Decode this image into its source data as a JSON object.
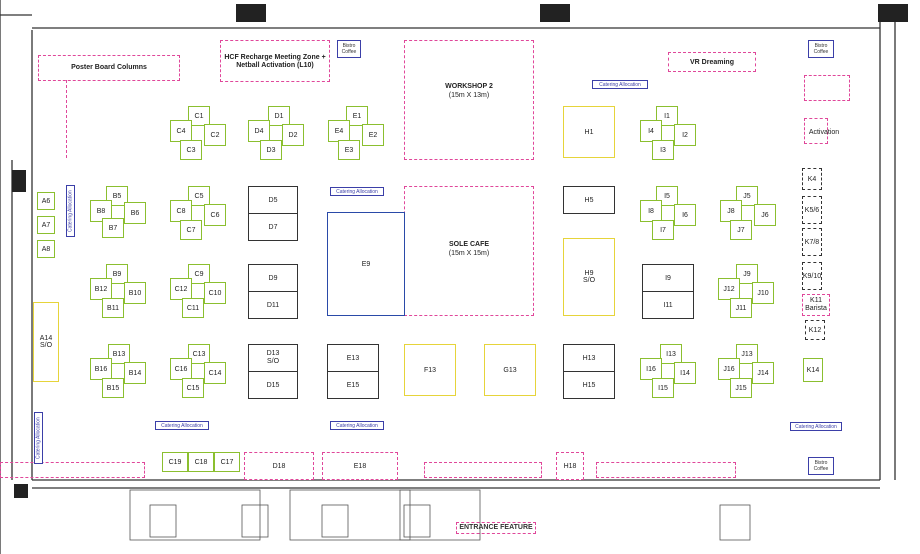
{
  "zones": {
    "poster": "Poster Board Columns",
    "hcf": "HCF Recharge Meeting Zone + Netball Activation (L10)",
    "workshop": "WORKSHOP 2",
    "workshop_size": "(15m X 13m)",
    "sole": "SOLE CAFE",
    "sole_size": "(15m X 15m)",
    "vr": "VR Dreaming",
    "activation": "Activation",
    "entrance": "ENTRANCE FEATURE"
  },
  "bistro_label": "Bistro Coffee",
  "catering_label": "Catering Allocation",
  "clusters": {
    "B": [
      "B5",
      "B8",
      "B6",
      "B7"
    ],
    "C": [
      "C1",
      "C4",
      "C2",
      "C3"
    ],
    "C2": [
      "C5",
      "C8",
      "C6",
      "C7"
    ],
    "C3": [
      "C9",
      "C12",
      "C10",
      "C11"
    ],
    "C4": [
      "C13",
      "C16",
      "C14",
      "C15"
    ],
    "B2": [
      "B9",
      "B12",
      "B10",
      "B11"
    ],
    "B3": [
      "B13",
      "B16",
      "B14",
      "B15"
    ],
    "D": [
      "D1",
      "D4",
      "D2",
      "D3"
    ],
    "E": [
      "E1",
      "E4",
      "E2",
      "E3"
    ],
    "I": [
      "I1",
      "I4",
      "I2",
      "I3"
    ],
    "I2": [
      "I5",
      "I8",
      "I6",
      "I7"
    ],
    "J": [
      "J5",
      "J8",
      "J6",
      "J7"
    ],
    "J2": [
      "J9",
      "J12",
      "J10",
      "J11"
    ],
    "I3": [
      "I13",
      "I16",
      "I14",
      "I15"
    ],
    "J3": [
      "J13",
      "J16",
      "J14",
      "J15"
    ]
  },
  "stands": {
    "A6": "A6",
    "A7": "A7",
    "A8": "A8",
    "A14": "A14",
    "A14so": "S/O",
    "D5": "D5",
    "D7": "D7",
    "D9": "D9",
    "D11": "D11",
    "D13": "D13",
    "D13so": "S/O",
    "D15": "D15",
    "E9": "E9",
    "E13": "E13",
    "E15": "E15",
    "F13": "F13",
    "G13": "G13",
    "H1": "H1",
    "H5": "H5",
    "H9": "H9",
    "H9so": "S/O",
    "H13": "H13",
    "H15": "H15",
    "I9": "I9",
    "I11": "I11",
    "K4": "K4",
    "K56": "K5/6",
    "K78": "K7/8",
    "K910": "K9/10",
    "K11": "K11",
    "Barista": "Barista",
    "K12": "K12",
    "K14": "K14",
    "C19": "C19",
    "C18": "C18",
    "C17": "C17",
    "D18": "D18",
    "E18": "E18",
    "H18": "H18"
  }
}
